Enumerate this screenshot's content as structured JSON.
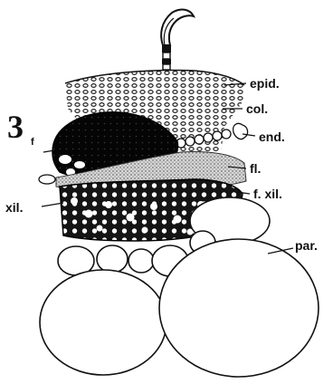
{
  "figure": {
    "number": "3",
    "sub_marker": "f",
    "labels": {
      "epid": "epid.",
      "col": "col.",
      "end": "end.",
      "fl": "fl.",
      "f_xil": "f. xil.",
      "xil": "xil.",
      "par": "par."
    }
  }
}
